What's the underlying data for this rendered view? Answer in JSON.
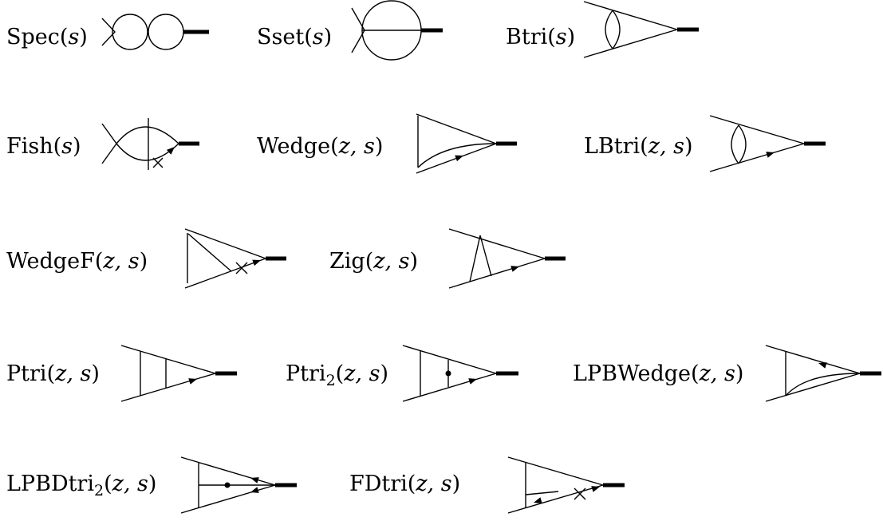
{
  "labels": {
    "spec": {
      "name": "Spec",
      "args": "s"
    },
    "sset": {
      "name": "Sset",
      "args": "s"
    },
    "btri": {
      "name": "Btri",
      "args": "s"
    },
    "fish": {
      "name": "Fish",
      "args": "s"
    },
    "wedge": {
      "name": "Wedge",
      "args": "z, s"
    },
    "lbtri": {
      "name": "LBtri",
      "args": "z, s"
    },
    "wedgef": {
      "name": "WedgeF",
      "args": "z, s"
    },
    "zig": {
      "name": "Zig",
      "args": "z, s"
    },
    "ptri": {
      "name": "Ptri",
      "args": "z, s"
    },
    "ptri2": {
      "name": "Ptri",
      "sub": "2",
      "args": "z, s"
    },
    "lpbwedge": {
      "name": "LPBWedge",
      "args": "z, s"
    },
    "lpbdtri2": {
      "name": "LPBDtri",
      "sub": "2",
      "args": "z, s"
    },
    "fdtri": {
      "name": "FDtri",
      "args": "z, s"
    }
  }
}
